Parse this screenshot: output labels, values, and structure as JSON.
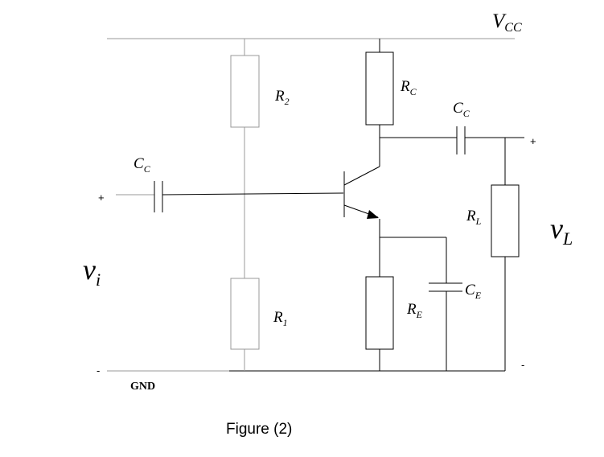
{
  "supply_label": {
    "main": "V",
    "sub": "CC"
  },
  "resistors": {
    "r1": {
      "main": "R",
      "sub": "1"
    },
    "r2": {
      "main": "R",
      "sub": "2"
    },
    "rc": {
      "main": "R",
      "sub": "C"
    },
    "re": {
      "main": "R",
      "sub": "E"
    },
    "rl": {
      "main": "R",
      "sub": "L"
    }
  },
  "capacitors": {
    "cc_in": {
      "main": "C",
      "sub": "C"
    },
    "cc_out": {
      "main": "C",
      "sub": "C"
    },
    "ce": {
      "main": "C",
      "sub": "E"
    }
  },
  "input_voltage": {
    "main": "v",
    "sub": "i"
  },
  "output_voltage": {
    "main": "v",
    "sub": "L"
  },
  "terminals": {
    "in_plus": "+",
    "in_minus": "-",
    "out_plus": "+",
    "out_minus": "-"
  },
  "ground_label": "GND",
  "caption": "Figure (2)"
}
